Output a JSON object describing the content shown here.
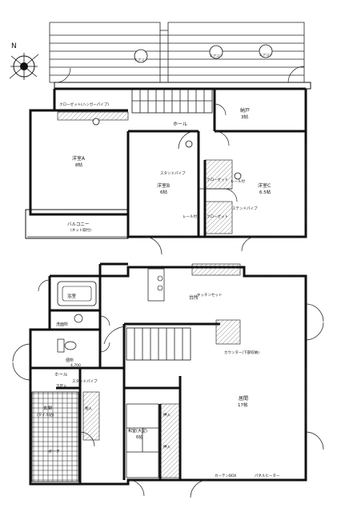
{
  "upper_floor": {
    "rooms": {
      "western_a": {
        "name": "洋室A",
        "size": "8帖"
      },
      "western_b": {
        "name": "洋室B",
        "size": "6帖"
      },
      "western_c": {
        "name": "洋室C",
        "size": "6.5帖"
      },
      "storage": {
        "name": "納戸",
        "size": "3帖"
      },
      "hall": {
        "name": "ホール"
      },
      "balcony": {
        "name": "バルコニー",
        "note": "(ネット取付)"
      }
    },
    "closet_a": "クローゼット(ハンガーパイプ)",
    "closet_b": "クローゼット",
    "closet_c": "クローゼット",
    "stand_pipe_b": "スタンドパイプ",
    "stand_pipe_c": "ステンドパイプ",
    "rail_1": "レール付",
    "rail_2": "レール付",
    "ac_units": [
      "エアコン",
      "エアコン",
      "エアコン"
    ]
  },
  "lower_floor": {
    "rooms": {
      "ldk": {
        "name": "居間",
        "size": "17帖"
      },
      "kitchen": {
        "name": "台所"
      },
      "japanese": {
        "name": "和室(大型)",
        "size": "6帖"
      },
      "hall": {
        "name": "ホール"
      },
      "entrance": {
        "name": "玄関",
        "note": "(タイル貼)"
      },
      "porch": {
        "name": "ポーチ"
      },
      "bath": {
        "name": "浴室"
      },
      "washroom": {
        "name": "洗面所"
      },
      "toilet": {
        "name": "便所"
      }
    },
    "counter": "カウンター(下部収納)",
    "kitchen_unit": "キッチンセット",
    "stand_pipe": "スタンドパイプ",
    "closet_1": "押入",
    "closet_2": "押入",
    "shoe_box": "下足入",
    "storage": "物入",
    "curtain_box": "カーテンBOX",
    "panel_heater": "パネルヒーター",
    "dimension": "4,700"
  },
  "compass_label": "N"
}
